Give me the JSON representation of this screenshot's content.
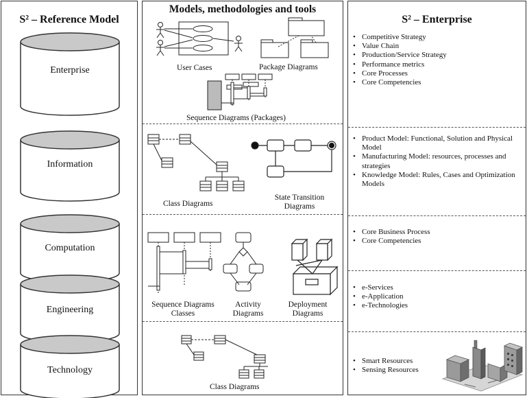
{
  "left_panel": {
    "title": "S² – Reference Model",
    "layers": [
      "Enterprise",
      "Information",
      "Computation",
      "Engineering",
      "Technology"
    ]
  },
  "middle_panel": {
    "title": "Models, methodologies and tools",
    "labels": {
      "use_cases": "User Cases",
      "package_diagrams": "Package Diagrams",
      "sequence_packages": "Sequence Diagrams (Packages)",
      "class_diagrams_1": "Class Diagrams",
      "state_transition": "State Transition Diagrams",
      "sequence_classes": "Sequence Diagrams Classes",
      "activity": "Activity Diagrams",
      "deployment": "Deployment Diagrams",
      "class_diagrams_2": "Class Diagrams"
    }
  },
  "right_panel": {
    "title": "S² – Enterprise",
    "sections": [
      [
        "Competitive Strategy",
        "Value Chain",
        "Production/Service Strategy",
        "Performance metrics",
        "Core Processes",
        "Core Competencies"
      ],
      [
        "Product Model:  Functional, Solution and Physical Model",
        "Manufacturing Model:   resources, processes and strategies",
        "Knowledge Model: Rules, Cases and Optimization Models"
      ],
      [
        "Core Business Process",
        "Core Competencies"
      ],
      [
        "e-Services",
        "e-Application",
        "e-Technologies"
      ],
      [
        "Smart Resources",
        "Sensing Resources"
      ]
    ]
  }
}
